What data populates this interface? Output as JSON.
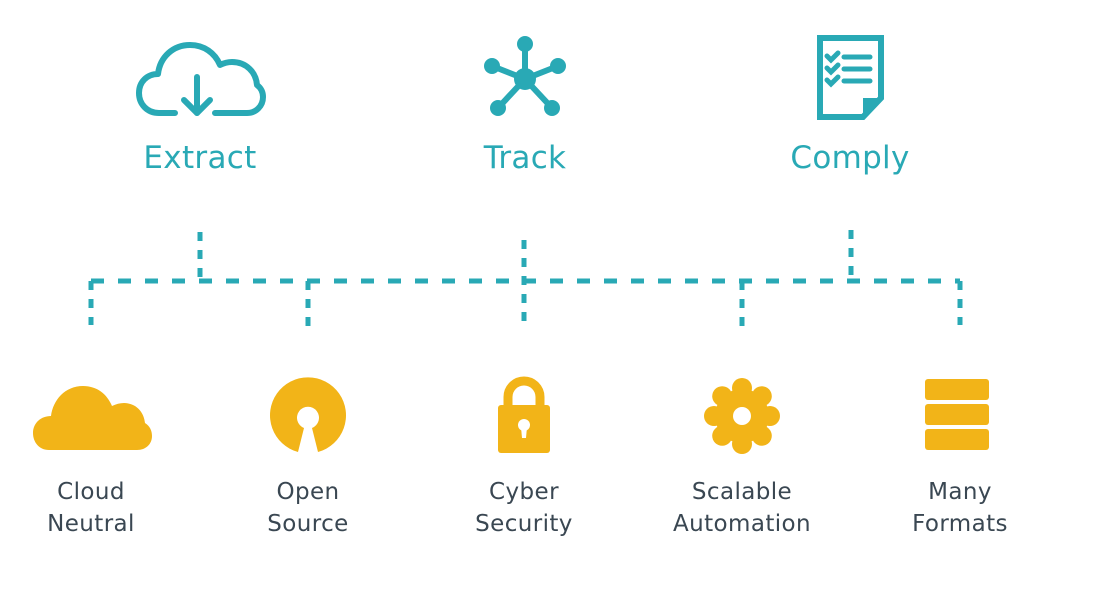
{
  "colors": {
    "primary": "#29a9b5",
    "accent": "#f2b418",
    "text_dark": "#3a4752",
    "background": "#ffffff"
  },
  "top_items": [
    {
      "label": "Extract",
      "icon": "cloud-download-icon"
    },
    {
      "label": "Track",
      "icon": "network-hub-icon"
    },
    {
      "label": "Comply",
      "icon": "checklist-document-icon"
    }
  ],
  "bottom_items": [
    {
      "line1": "Cloud",
      "line2": "Neutral",
      "icon": "cloud-icon"
    },
    {
      "line1": "Open",
      "line2": "Source",
      "icon": "open-source-icon"
    },
    {
      "line1": "Cyber",
      "line2": "Security",
      "icon": "padlock-icon"
    },
    {
      "line1": "Scalable",
      "line2": "Automation",
      "icon": "gear-icon"
    },
    {
      "line1": "Many",
      "line2": "Formats",
      "icon": "stacked-layers-icon"
    }
  ]
}
